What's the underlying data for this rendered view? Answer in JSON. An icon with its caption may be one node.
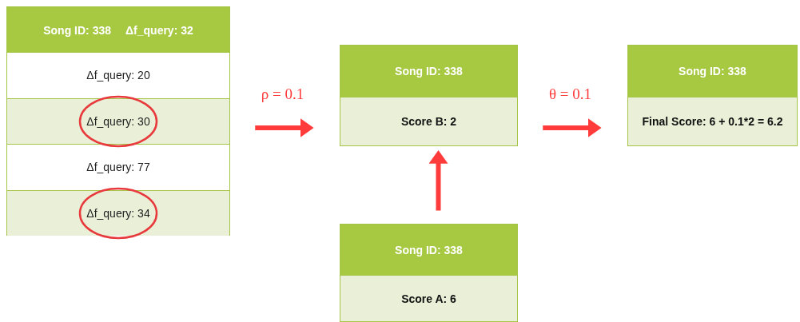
{
  "diagram": {
    "nodes": [
      {
        "text": [
          "Song ID: 338",
          "Δf_query: 32"
        ]
      },
      {
        "text": [
          "Δf_query: 20"
        ],
        "in": 0
      },
      {
        "text": [
          "Δf_query: 30"
        ],
        "in": 0
      },
      {
        "text": [
          "Δf_query: 77"
        ],
        "in": 0
      },
      {
        "text": [
          "Δf_query: 34"
        ],
        "in": 0
      },
      {
        "text": [
          "Song ID: 338",
          "Score B: 2"
        ]
      },
      {
        "text": [
          "Song ID: 338",
          "Final Score: 6 + 0.1*2 = 6.2"
        ]
      },
      {
        "text": [
          "Song ID: 338",
          "Score A: 6"
        ]
      }
    ],
    "edges": [
      {
        "from": 0,
        "to": 5,
        "arrow": "to",
        "label": "ρ = 0.1"
      },
      {
        "from": 7,
        "to": 5,
        "arrow": "to"
      },
      {
        "from": 5,
        "to": 6,
        "arrow": "to",
        "label": "θ = 0.1"
      }
    ]
  }
}
